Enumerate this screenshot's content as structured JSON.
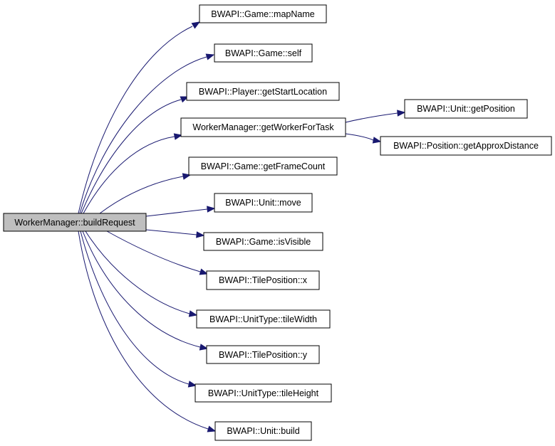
{
  "graph": {
    "root": "WorkerManager::buildRequest",
    "callees": [
      "BWAPI::Game::mapName",
      "BWAPI::Game::self",
      "BWAPI::Player::getStartLocation",
      "WorkerManager::getWorkerForTask",
      "BWAPI::Game::getFrameCount",
      "BWAPI::Unit::move",
      "BWAPI::Game::isVisible",
      "BWAPI::TilePosition::x",
      "BWAPI::UnitType::tileWidth",
      "BWAPI::TilePosition::y",
      "BWAPI::UnitType::tileHeight",
      "BWAPI::Unit::build"
    ],
    "sub_callees": [
      "BWAPI::Unit::getPosition",
      "BWAPI::Position::getApproxDistance"
    ]
  },
  "colors": {
    "edge": "#191970",
    "root_fill": "#bfbfbf",
    "node_fill": "#ffffff"
  }
}
